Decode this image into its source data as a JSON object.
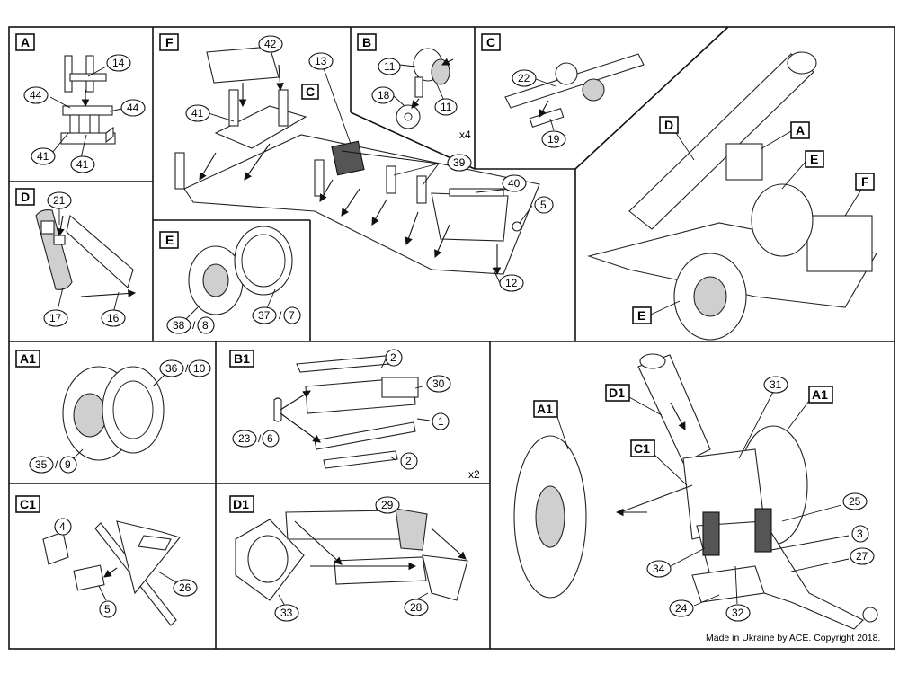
{
  "credit": "Made in Ukraine by ACE. Copyright 2018.",
  "panels": {
    "A": {
      "tag": "A",
      "parts": [
        "14",
        "44",
        "44",
        "41",
        "41"
      ]
    },
    "F": {
      "tag": "F",
      "parts": [
        "42",
        "13",
        "41",
        "39",
        "40",
        "5",
        "12"
      ],
      "sub": "C"
    },
    "B": {
      "tag": "B",
      "parts": [
        "11",
        "18",
        "11"
      ],
      "qty": "x4"
    },
    "C": {
      "tag": "C",
      "parts": [
        "22",
        "19"
      ]
    },
    "D": {
      "tag": "D",
      "parts": [
        "21",
        "17",
        "16"
      ]
    },
    "E": {
      "tag": "E",
      "parts": [
        "38",
        "8",
        "37",
        "7"
      ]
    },
    "assembly": {
      "tags": [
        "D",
        "A",
        "E",
        "F",
        "E"
      ]
    },
    "A1": {
      "tag": "A1",
      "parts": [
        "36",
        "10",
        "35",
        "9"
      ]
    },
    "B1": {
      "tag": "B1",
      "parts": [
        "2",
        "30",
        "1",
        "23",
        "6",
        "2"
      ],
      "qty": "x2"
    },
    "C1": {
      "tag": "C1",
      "parts": [
        "4",
        "5",
        "26"
      ]
    },
    "D1": {
      "tag": "D1",
      "parts": [
        "29",
        "33",
        "28"
      ]
    },
    "final": {
      "tags": [
        "A1",
        "D1",
        "C1",
        "A1"
      ],
      "parts": [
        "31",
        "25",
        "3",
        "27",
        "34",
        "24",
        "32"
      ]
    }
  },
  "separator": "/"
}
